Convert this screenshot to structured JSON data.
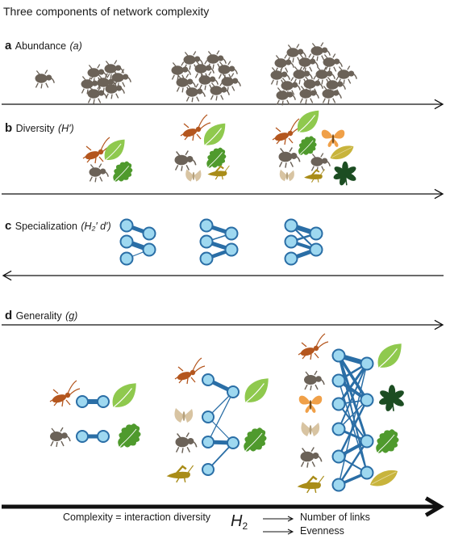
{
  "title": "Three components of network complexity",
  "panels": [
    {
      "letter": "a",
      "name": "Abundance",
      "symbol": "(a)"
    },
    {
      "letter": "b",
      "name": "Diversity",
      "symbol": "(H′)"
    },
    {
      "letter": "c",
      "name": "Specialization",
      "symbol": "(H₂′ d′)"
    },
    {
      "letter": "d",
      "name": "Generality",
      "symbol": "(g)"
    }
  ],
  "footer": {
    "formula": "Complexity = interaction diversity",
    "symbol": "H",
    "symbol_sub": "2",
    "arrow_labels": [
      "Number of links",
      "Evenness"
    ]
  },
  "colors": {
    "weevil": "#6b6258",
    "beetle": "#b4561e",
    "leaf_light": "#8fc94e",
    "leaf_dark": "#4f9a2d",
    "leaf_yellow": "#c8b43c",
    "leaf_black": "#1c4d22",
    "moth": "#d8c4a2",
    "butterfly": "#f0a048",
    "grasshopper": "#a98c18",
    "node_fill": "#9ed8f0",
    "node_stroke": "#2a6ea6",
    "link": "#2a6ea6"
  },
  "icons": [
    "weevil-icon",
    "longhorn-beetle-icon",
    "leaf-icon",
    "oak-leaf-icon",
    "moth-icon",
    "butterfly-icon",
    "grasshopper-icon",
    "compound-leaf-icon"
  ]
}
